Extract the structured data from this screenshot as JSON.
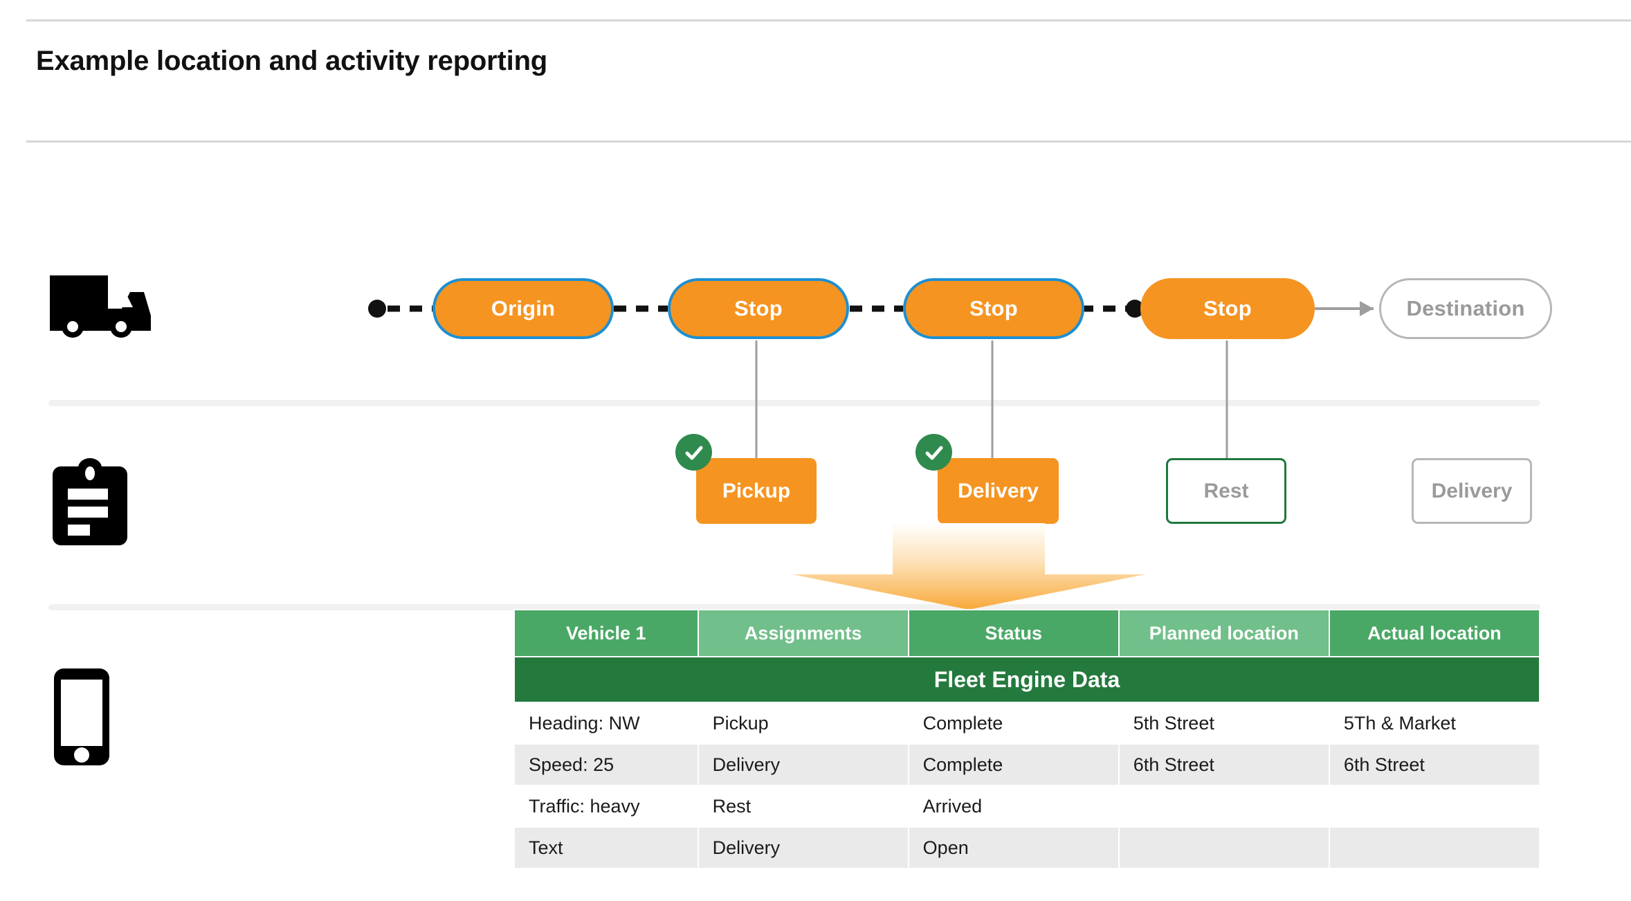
{
  "page": {
    "title": "Example location and activity reporting"
  },
  "rails": [
    {
      "icon": "truck-icon",
      "name": "vehicle-row-icon"
    },
    {
      "icon": "clipboard-icon",
      "name": "activity-row-icon"
    },
    {
      "icon": "mobile-phone-icon",
      "name": "device-row-icon"
    }
  ],
  "route": {
    "nodes": [
      {
        "label": "Origin",
        "style": "filled-bordered"
      },
      {
        "label": "Stop",
        "style": "filled-bordered"
      },
      {
        "label": "Stop",
        "style": "filled-bordered"
      },
      {
        "label": "Stop",
        "style": "filled"
      },
      {
        "label": "Destination",
        "style": "ghost"
      }
    ]
  },
  "activities": [
    {
      "label": "Pickup",
      "style": "filled",
      "completed": true,
      "badge": "check-icon"
    },
    {
      "label": "Delivery",
      "style": "filled",
      "completed": true,
      "badge": "check-icon"
    },
    {
      "label": "Rest",
      "style": "outline-green",
      "completed": false,
      "badge": ""
    },
    {
      "label": "Delivery",
      "style": "outline-gray",
      "completed": false,
      "badge": ""
    }
  ],
  "table": {
    "title": "Fleet Engine Data",
    "columns": [
      "Vehicle 1",
      "Assignments",
      "Status",
      "Planned location",
      "Actual location"
    ],
    "rows": [
      [
        "Heading: NW",
        "Pickup",
        "Complete",
        "5th Street",
        "5Th & Market"
      ],
      [
        "Speed: 25",
        "Delivery",
        "Complete",
        "6th Street",
        "6th Street"
      ],
      [
        "Traffic: heavy",
        "Rest",
        "Arrived",
        "",
        ""
      ],
      [
        "Text",
        "Delivery",
        "Open",
        "",
        ""
      ]
    ]
  },
  "colors": {
    "orange": "#f59421",
    "blue_border": "#1d8fd1",
    "green_dark": "#24793d",
    "green_header": "#4aa866",
    "green_header_light": "#71bf8a",
    "green_check": "#2f8a4d",
    "gray_border": "#b7b7b7",
    "gray_text": "#9a9a9a",
    "row_shade": "#eaeaea",
    "divider": "#f1f1f1"
  }
}
